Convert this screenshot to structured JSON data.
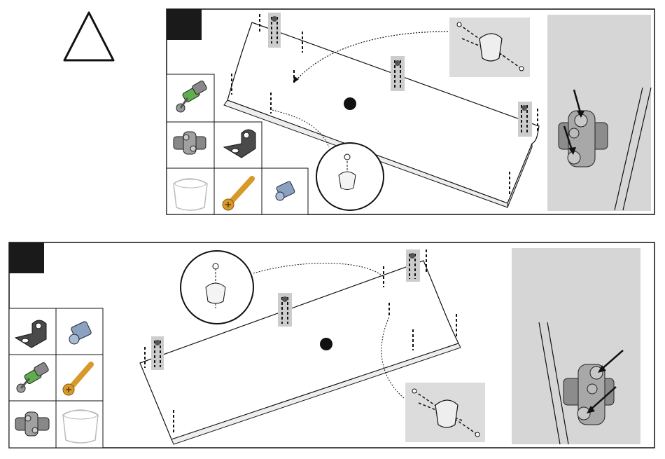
{
  "page": {
    "warning_symbol": "triangle-outline",
    "step1": {
      "step_number": "",
      "parts_grid": [
        "cam-bolt",
        "hinge-plate",
        "angle-bracket",
        "plastic-sleeve",
        "wood-screw",
        "threaded-insert"
      ]
    },
    "step2": {
      "step_number": "",
      "parts_grid": [
        "angle-bracket",
        "threaded-insert",
        "cam-bolt",
        "wood-screw",
        "hinge-plate",
        "plastic-sleeve"
      ]
    }
  },
  "colors": {
    "ink": "#111111",
    "gray_panel": "#d6d6d6",
    "detail_gray": "#dcdcdc",
    "screw_gold": "#d79a2a",
    "insert_blue": "#8aa2c0",
    "cam_green": "#5fae4e",
    "metal": "#7a7a7a"
  }
}
